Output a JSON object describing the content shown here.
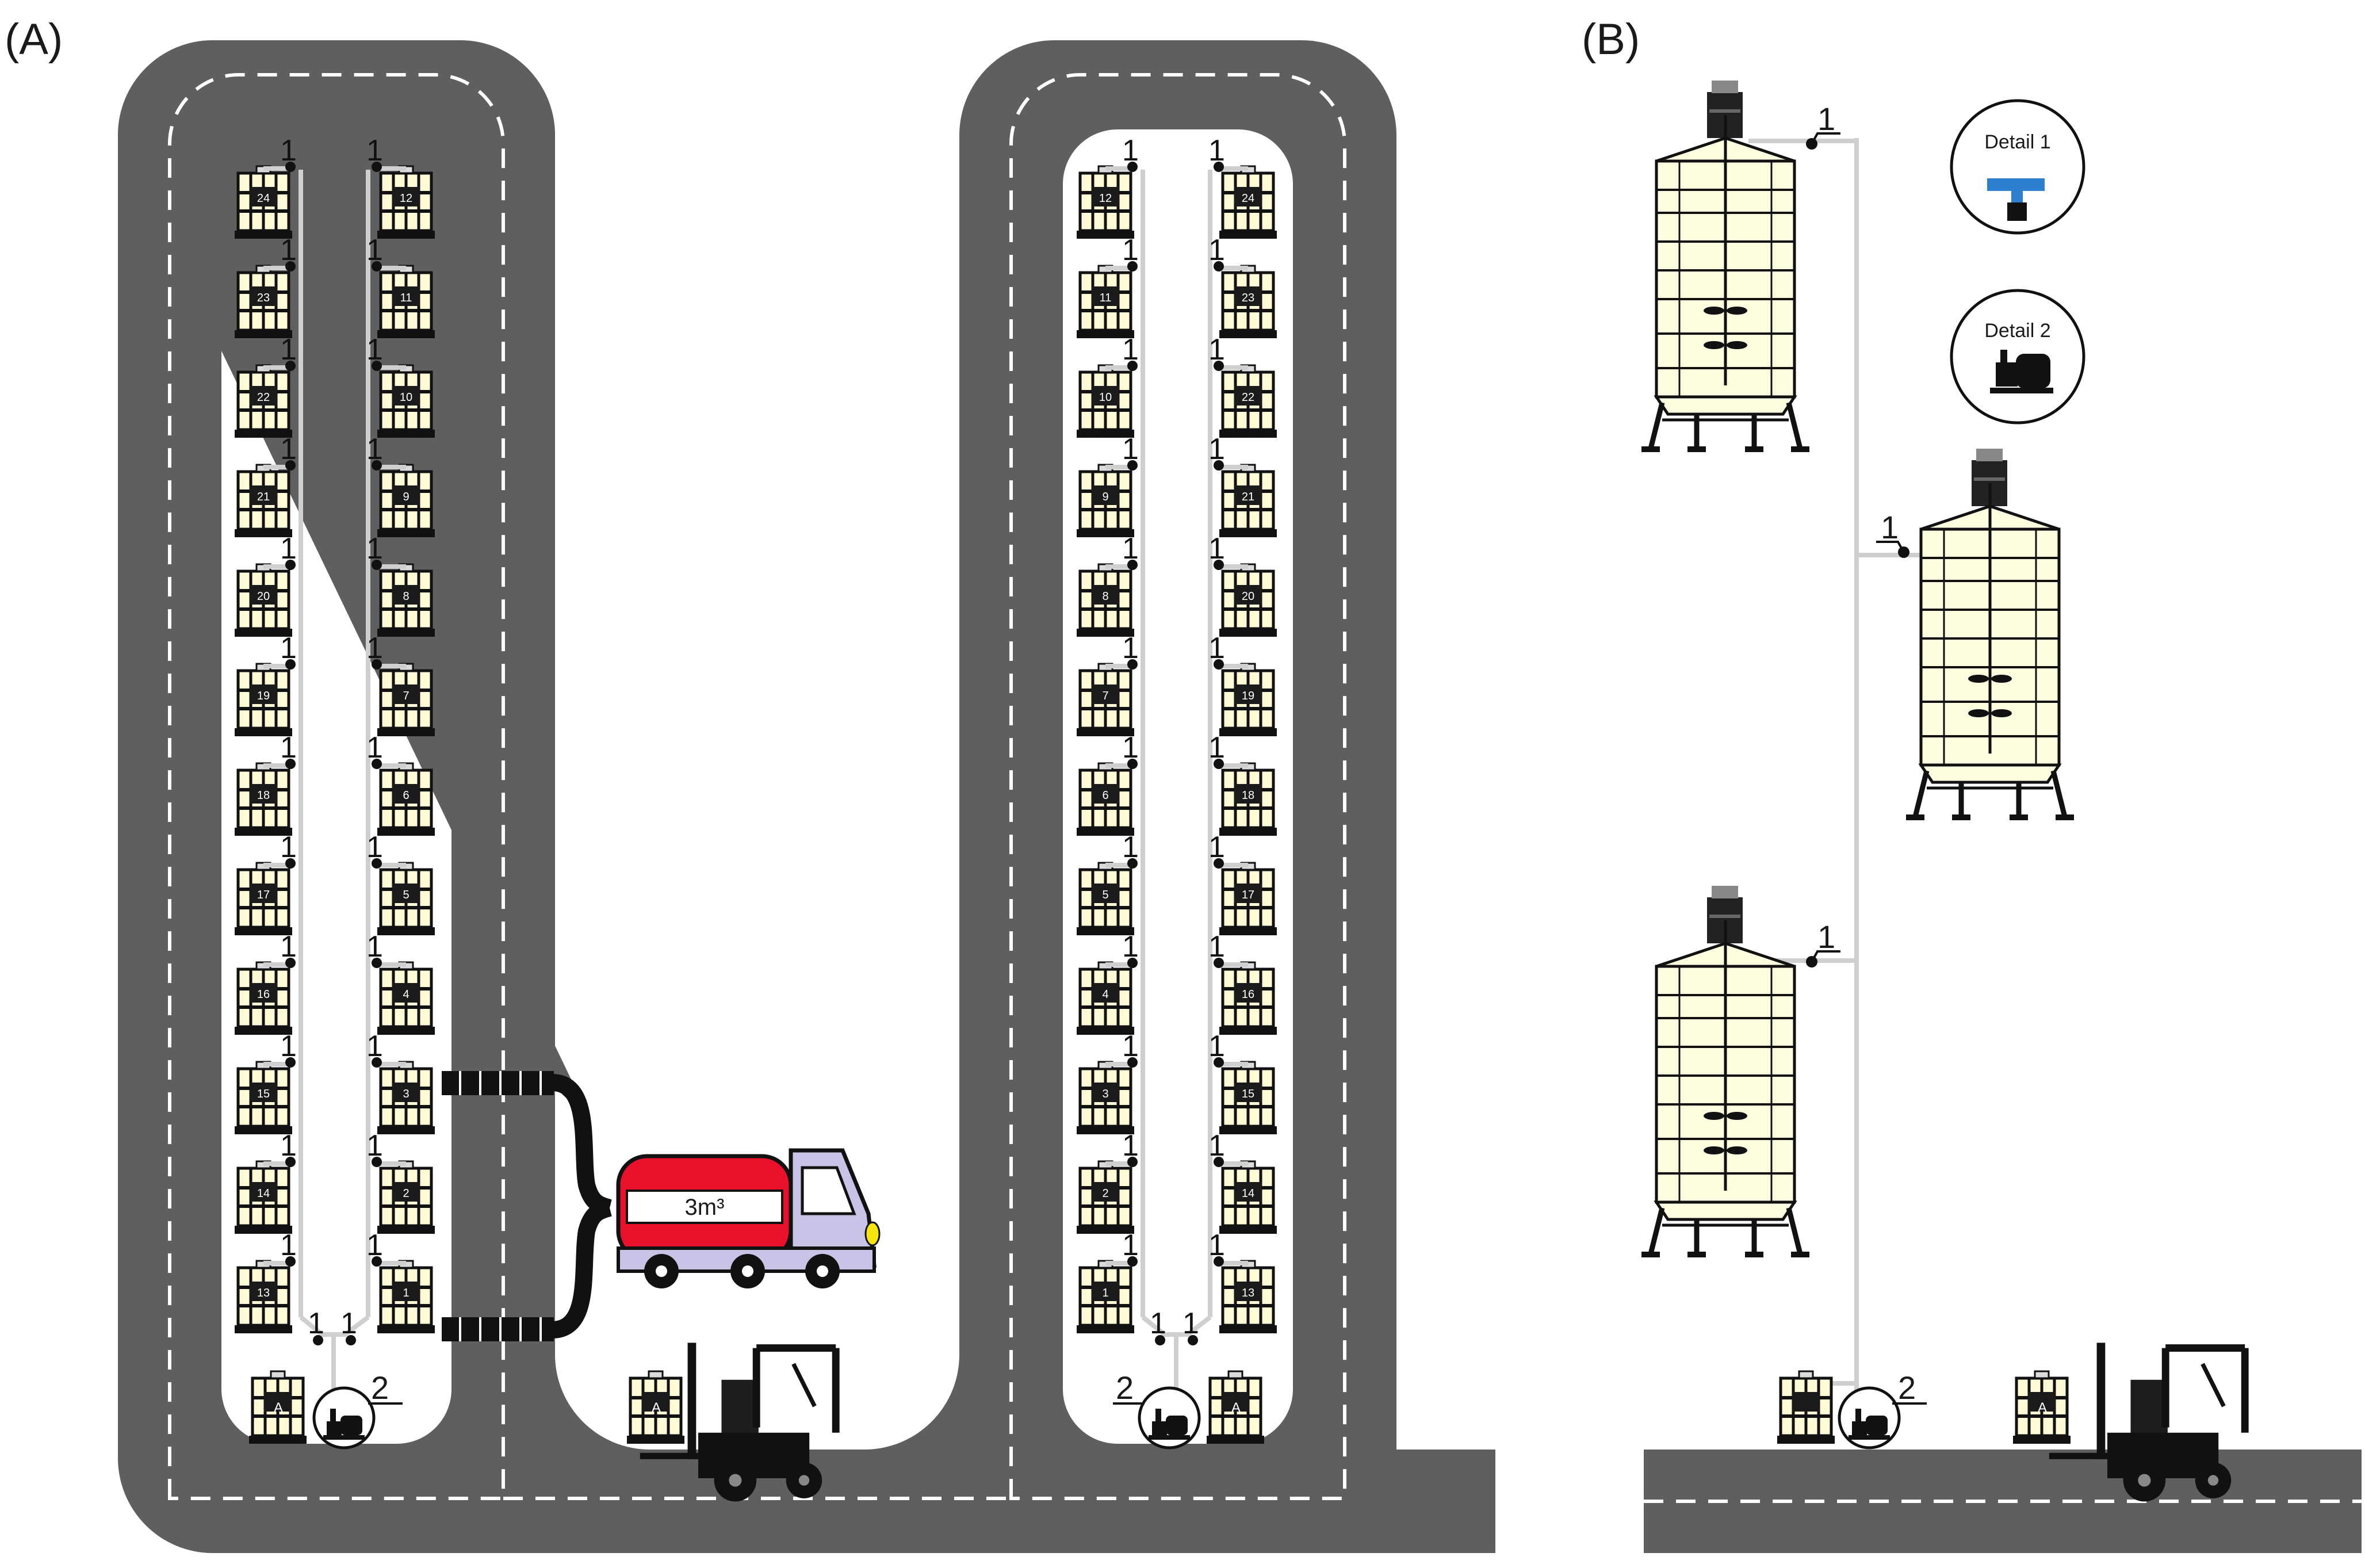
{
  "panels": {
    "a": {
      "label": "(A)"
    },
    "b": {
      "label": "(B)"
    }
  },
  "valve_label": "1",
  "pump_label": "2",
  "ibc_tote_label": "A",
  "left_block": {
    "outer_column_numbers": [
      "24",
      "23",
      "22",
      "21",
      "20",
      "19",
      "18",
      "17",
      "16",
      "15",
      "14",
      "13"
    ],
    "inner_column_numbers": [
      "12",
      "11",
      "10",
      "9",
      "8",
      "7",
      "6",
      "5",
      "4",
      "3",
      "2",
      "1"
    ]
  },
  "right_block": {
    "inner_column_numbers": [
      "12",
      "11",
      "10",
      "9",
      "8",
      "7",
      "6",
      "5",
      "4",
      "3",
      "2",
      "1"
    ],
    "outer_column_numbers": [
      "24",
      "23",
      "22",
      "21",
      "20",
      "19",
      "18",
      "17",
      "16",
      "15",
      "14",
      "13"
    ]
  },
  "truck": {
    "capacity_label": "3m³"
  },
  "details": [
    {
      "label": "Detail 1",
      "icon": "valve-icon"
    },
    {
      "label": "Detail 2",
      "icon": "pump-icon"
    }
  ],
  "colors": {
    "road": "#5f5f5f",
    "road_marking": "#ffffff",
    "tank_fill": "#fdfde0",
    "tote_fill": "#fffbd6",
    "pipe": "#cfcfcf",
    "truck_tank": "#e8102a",
    "truck_cab": "#c9c3e8",
    "valve_handle": "#2f7fd0",
    "black": "#111111"
  }
}
